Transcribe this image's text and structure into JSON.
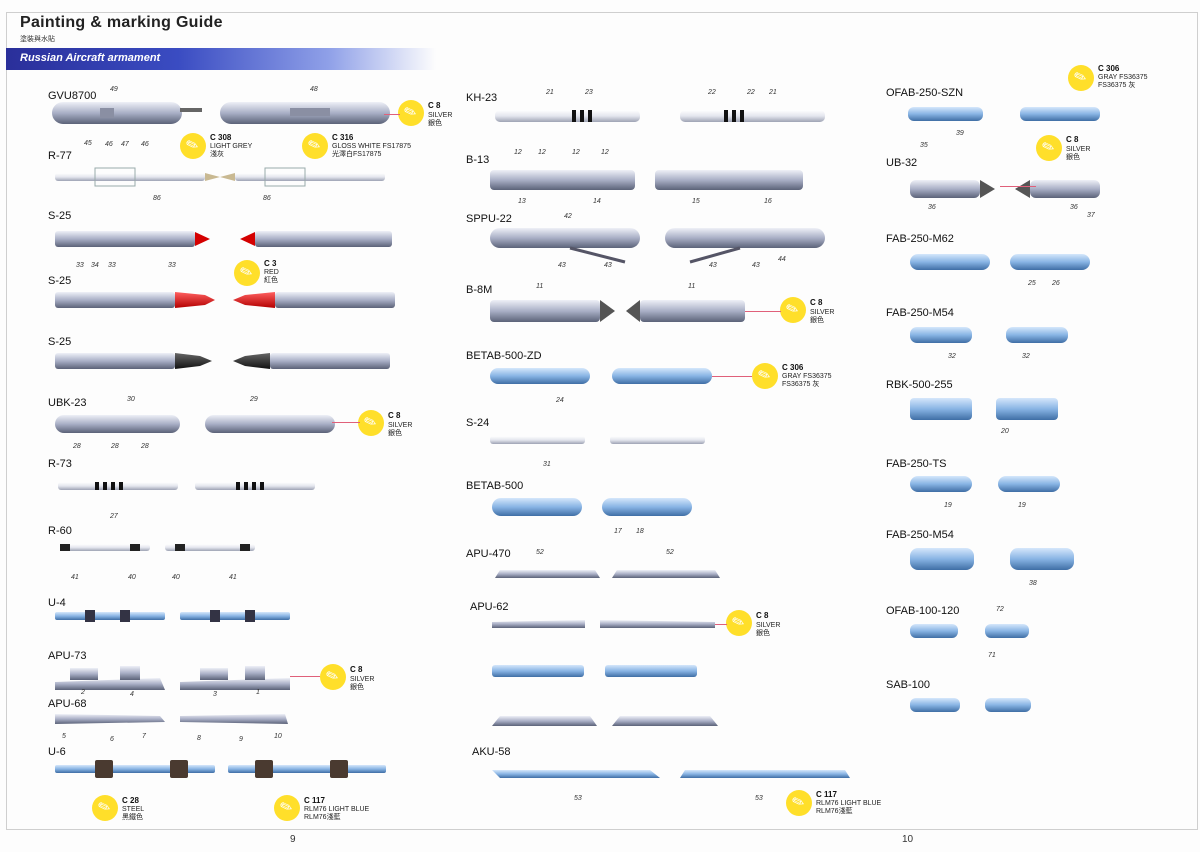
{
  "header": {
    "title": "Painting & marking Guide",
    "subtitle": "塗裝與水貼",
    "banner": "Russian Aircraft armament"
  },
  "items": {
    "gvu8700": "GVU8700",
    "r77": "R-77",
    "s25a": "S-25",
    "s25b": "S-25",
    "s25c": "S-25",
    "ubk23": "UBK-23",
    "r73": "R-73",
    "r60": "R-60",
    "u4": "U-4",
    "apu73": "APU-73",
    "apu68": "APU-68",
    "u6": "U-6",
    "kh23": "KH-23",
    "b13": "B-13",
    "sppu22": "SPPU-22",
    "b8m": "B-8M",
    "betab500zd": "BETAB-500-ZD",
    "s24": "S-24",
    "betab500": "BETAB-500",
    "apu470": "APU-470",
    "apu62": "APU-62",
    "aku58": "AKU-58",
    "ofab250szn": "OFAB-250-SZN",
    "ub32": "UB-32",
    "fab250m62": "FAB-250-M62",
    "fab250m54a": "FAB-250-M54",
    "rbk500255": "RBK-500-255",
    "fab250ts": "FAB-250-TS",
    "fab250m54b": "FAB-250-M54",
    "ofab100120": "OFAB-100-120",
    "sab100": "SAB-100"
  },
  "colors": {
    "silver_gvu": {
      "code": "C 8",
      "name": "SILVER",
      "local": "銀色"
    },
    "lightgrey": {
      "code": "C 308",
      "name": "LIGHT GREY",
      "local": "淺灰"
    },
    "glosswhite": {
      "code": "C 316",
      "name": "GLOSS WHITE FS17875",
      "local": "光澤白FS17875"
    },
    "red": {
      "code": "C 3",
      "name": "RED",
      "local": "紅色"
    },
    "silver_ubk": {
      "code": "C 8",
      "name": "SILVER",
      "local": "銀色"
    },
    "silver_apu73": {
      "code": "C 8",
      "name": "SILVER",
      "local": "銀色"
    },
    "steel": {
      "code": "C 28",
      "name": "STEEL",
      "local": "黑鐵色"
    },
    "rlm76_left": {
      "code": "C 117",
      "name": "RLM76 LIGHT BLUE",
      "local": "RLM76淺藍"
    },
    "silver_b8m": {
      "code": "C 8",
      "name": "SILVER",
      "local": "銀色"
    },
    "gray_betab": {
      "code": "C 306",
      "name": "GRAY FS36375",
      "local": "FS36375 灰"
    },
    "silver_apu62": {
      "code": "C 8",
      "name": "SILVER",
      "local": "銀色"
    },
    "rlm76_right": {
      "code": "C 117",
      "name": "RLM76 LIGHT BLUE",
      "local": "RLM76淺藍"
    },
    "gray_ofab": {
      "code": "C 306",
      "name": "GRAY FS36375",
      "local": "FS36375 灰"
    },
    "silver_ub32": {
      "code": "C 8",
      "name": "SILVER",
      "local": "銀色"
    }
  },
  "callouts": {
    "n49": "49",
    "n48": "48",
    "n45": "45",
    "n46a": "46",
    "n47": "47",
    "n46b": "46",
    "n86a": "86",
    "n86b": "86",
    "n33a": "33",
    "n34": "34",
    "n33b": "33",
    "n33c": "33",
    "n30": "30",
    "n29": "29",
    "n28a": "28",
    "n28b": "28",
    "n28c": "28",
    "n27": "27",
    "n41a": "41",
    "n40a": "40",
    "n40b": "40",
    "n41b": "41",
    "n2": "2",
    "n4": "4",
    "n3": "3",
    "n1": "1",
    "n5": "5",
    "n6": "6",
    "n7": "7",
    "n8": "8",
    "n9": "9",
    "n10": "10",
    "n21a": "21",
    "n23": "23",
    "n22a": "22",
    "n22b": "22",
    "n21b": "21",
    "n12a": "12",
    "n12b": "12",
    "n12c": "12",
    "n12d": "12",
    "n13": "13",
    "n14": "14",
    "n15": "15",
    "n16": "16",
    "n42": "42",
    "n43a": "43",
    "n43b": "43",
    "n43c": "43",
    "n43d": "43",
    "n44": "44",
    "n11a": "11",
    "n11b": "11",
    "n24": "24",
    "n31": "31",
    "n17": "17",
    "n18": "18",
    "n52a": "52",
    "n52b": "52",
    "n53a": "53",
    "n53b": "53",
    "n39": "39",
    "n35": "35",
    "n36a": "36",
    "n36b": "36",
    "n37": "37",
    "n25": "25",
    "n26": "26",
    "n32a": "32",
    "n32b": "32",
    "n20": "20",
    "n19a": "19",
    "n19b": "19",
    "n38": "38",
    "n72": "72",
    "n71": "71"
  },
  "pages": {
    "left": "9",
    "right": "10"
  }
}
